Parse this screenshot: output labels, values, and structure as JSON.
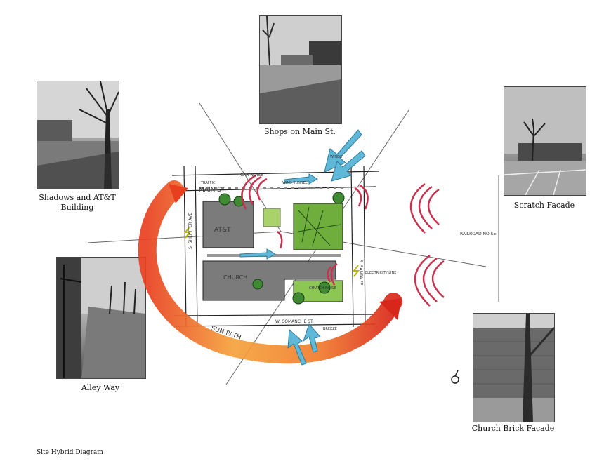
{
  "photos": [
    {
      "id": "shops",
      "caption": "Shops on Main St.",
      "tone": "#6b6b6b"
    },
    {
      "id": "shadows",
      "caption": "Shadows and AT&T Building",
      "tone": "#555555"
    },
    {
      "id": "scratch",
      "caption": "Scratch Facade",
      "tone": "#7a7a7a"
    },
    {
      "id": "alley",
      "caption": "Alley Way",
      "tone": "#595959"
    },
    {
      "id": "church",
      "caption": "Church Brick Facade",
      "tone": "#4f4f4f"
    }
  ],
  "site_labels": {
    "main_st": "MAIN ST.",
    "car_noise": "CAR NOISE",
    "traffic": "TRAFFIC",
    "wind_tunnel": "WIND TUNNEL",
    "winds": "WINDS",
    "att": "AT&T",
    "church": "CHURCH",
    "sun_path": "SUN PATH",
    "comanche": "W. COMANCHE ST.",
    "sheptter": "S. SHEPTTER AVE",
    "santa_fe": "S. SANTA FE",
    "electricity": "ELECTRICITY LINE",
    "railroad": "RAILROAD NOISE",
    "church_noise": "CHURCH NOISE",
    "breeze": "BREEZE"
  },
  "footer": "Site Hybrid Diagram",
  "colors": {
    "sun_light": "#f6c245",
    "sun_dark": "#e23a1e",
    "noise": "#c8324f",
    "wind": "#5fb8d8",
    "green": "#6fae3c",
    "building": "#7b7b7b"
  }
}
